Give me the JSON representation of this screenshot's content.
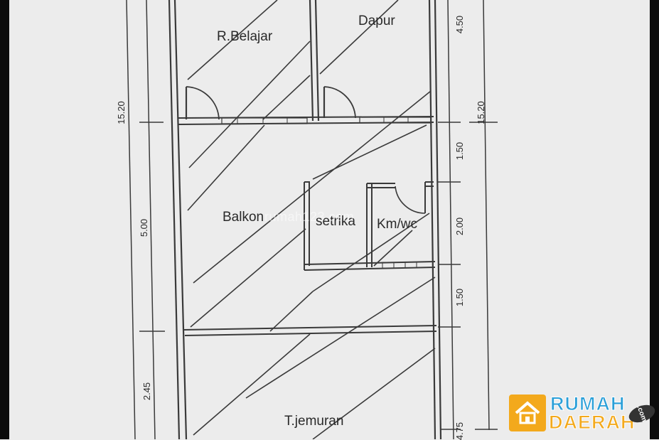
{
  "rooms": {
    "belajar": "R.Belajar",
    "dapur": "Dapur",
    "balkon": "Balkon",
    "setrika": "setrika",
    "kmwc": "Km/wc",
    "jemuran": "T.jemuran"
  },
  "dimensions": {
    "left_total": "15.20",
    "left_mid": "5.00",
    "left_low": "2.45",
    "right_total": "15.20",
    "right_top": "4.50",
    "right_a": "1.50",
    "right_b": "2.00",
    "right_c": "1.50",
    "right_d": "4.75"
  },
  "watermark": "rumah123.com",
  "brand": {
    "line1": "RUMAH",
    "line2": "DAERAH",
    "suffix": ".com"
  },
  "colors": {
    "paper": "#ececec",
    "ink": "#2a2a2a",
    "brand_blue": "#2a9fd8",
    "brand_orange": "#f3a91c"
  }
}
